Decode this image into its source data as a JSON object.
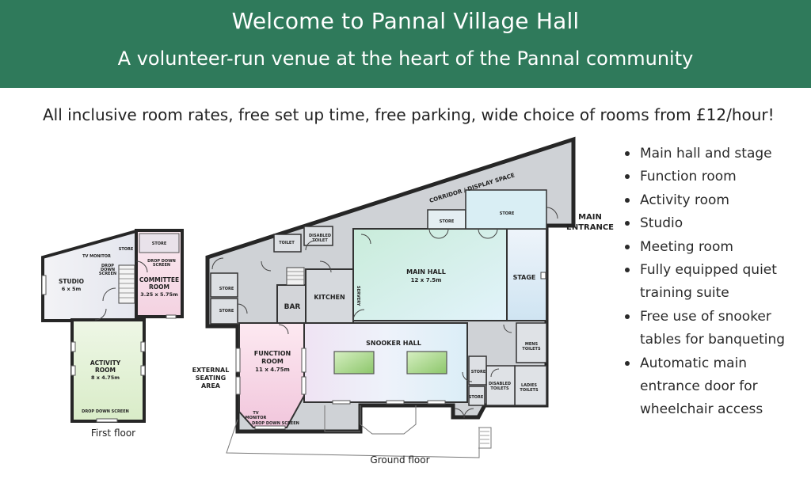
{
  "banner": {
    "title": "Welcome to Pannal Village Hall",
    "subtitle": "A volunteer-run venue at the heart of the Pannal community"
  },
  "tagline": "All inclusive room rates, free set up time, free parking, wide choice of rooms from £12/hour!",
  "features": [
    "Main hall and stage",
    "Function room",
    "Activity room",
    "Studio",
    "Meeting room",
    "Fully equipped quiet training suite",
    "Free use of snooker tables for banqueting",
    "Automatic main entrance door for wheelchair access"
  ],
  "floorplan": {
    "first_floor": {
      "caption": "First floor",
      "studio": {
        "name": "STUDIO",
        "size": "6 x 5m"
      },
      "committee": {
        "name_1": "COMMITTEE",
        "name_2": "ROOM",
        "size": "3.25 x 5.75m"
      },
      "activity": {
        "name_1": "ACTIVITY",
        "name_2": "ROOM",
        "size": "8 x 4.75m"
      },
      "tv_monitor": "TV MONITOR",
      "store": "STORE",
      "drop_down_screen": "DROP DOWN SCREEN",
      "drop_down_1": "DROP",
      "drop_down_2": "DOWN",
      "drop_down_3": "SCREEN",
      "drop_screen_1": "DROP DOWN",
      "drop_screen_2": "SCREEN"
    },
    "ground_floor": {
      "caption": "Ground floor",
      "corridor": "CORRIDOR / DISPLAY SPACE",
      "main_entrance_1": "MAIN",
      "main_entrance_2": "ENTRANCE",
      "main_hall": {
        "name": "MAIN HALL",
        "size": "12 x 7.5m"
      },
      "stage": "STAGE",
      "kitchen": "KITCHEN",
      "bar": "BAR",
      "servery": "SERVERY",
      "snooker_hall": "SNOOKER HALL",
      "function_room": {
        "name_1": "FUNCTION",
        "name_2": "ROOM",
        "size": "11 x 4.75m"
      },
      "external_1": "EXTERNAL",
      "external_2": "SEATING",
      "external_3": "AREA",
      "store": "STORE",
      "toilet": "TOILET",
      "disabled_1": "DISABLED",
      "disabled_2": "TOILET",
      "disabled_toilets_1": "DISABLED",
      "disabled_toilets_2": "TOILETS",
      "mens_1": "MENS",
      "mens_2": "TOILETS",
      "ladies_1": "LADIES",
      "ladies_2": "TOILETS",
      "tv_1": "TV",
      "tv_2": "MONITOR",
      "drop_down_screen": "DROP DOWN SCREEN"
    }
  },
  "colors": {
    "banner": "#2f7a5b",
    "wall": "#262626",
    "main_hall": "#dff2f7",
    "corridor": "#cfd2d6",
    "function_room": "#f6d8e8",
    "activity_room": "#e6f3dc",
    "snooker_table": "#9bd07a"
  }
}
